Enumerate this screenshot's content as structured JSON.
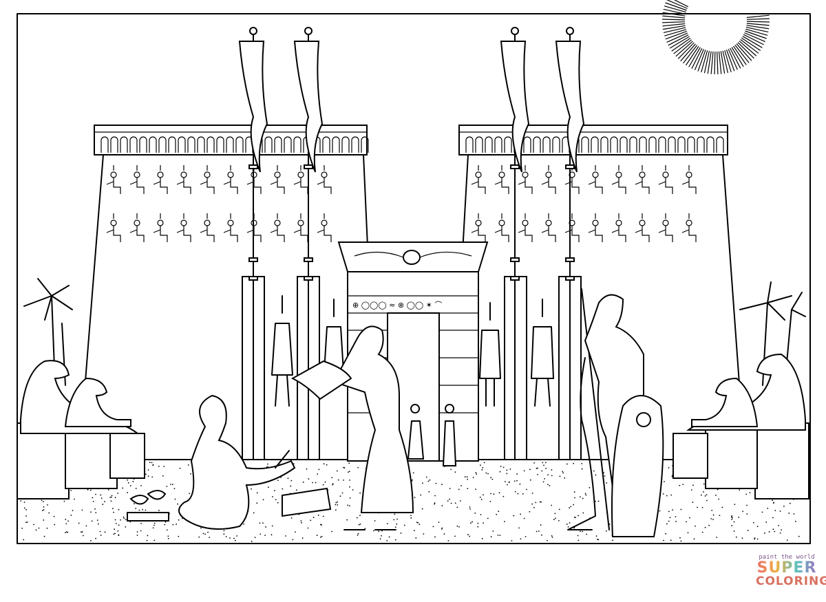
{
  "illustration": {
    "subject": "egyptian-temple-coloring-page"
  },
  "logo": {
    "tagline": "paint the world",
    "line1": "SUPER",
    "line2": "COLORING"
  },
  "colors": {
    "line": "#000000",
    "paper": "#ffffff"
  }
}
